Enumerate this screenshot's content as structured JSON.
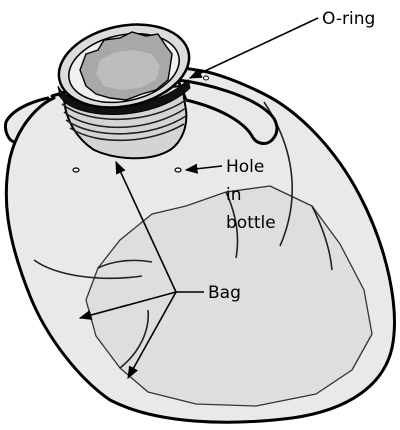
{
  "labels": {
    "o_ring": "O-ring",
    "hole_line1": "Hole",
    "hole_line2": "in",
    "hole_line3": "bottle",
    "bag": "Bag"
  },
  "colors": {
    "bottle_fill": "#e9e9e9",
    "bag_fill": "#dedede",
    "neck_fill": "#d4d4d4",
    "opening_fill": "#a8a8a8",
    "outline": "#000000"
  }
}
